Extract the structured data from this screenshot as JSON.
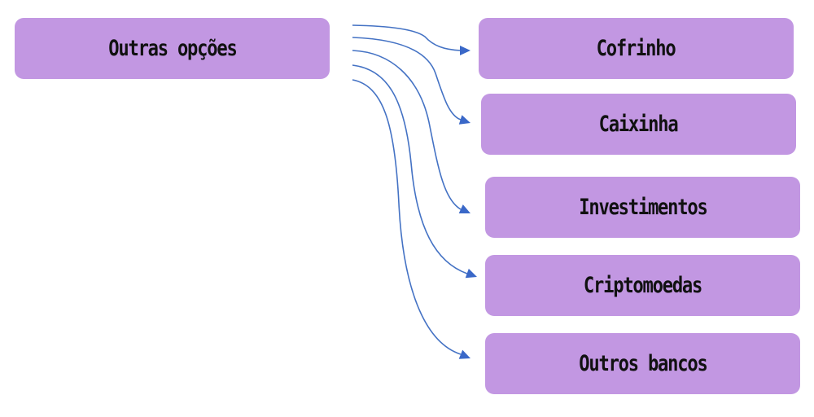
{
  "diagram": {
    "source": {
      "label": "Outras opções"
    },
    "targets": [
      {
        "label": "Cofrinho"
      },
      {
        "label": "Caixinha"
      },
      {
        "label": "Investimentos"
      },
      {
        "label": "Criptomoedas"
      },
      {
        "label": "Outros bancos"
      }
    ],
    "edges": [
      {
        "from": "Outras opções",
        "to": "Cofrinho"
      },
      {
        "from": "Outras opções",
        "to": "Caixinha"
      },
      {
        "from": "Outras opções",
        "to": "Investimentos"
      },
      {
        "from": "Outras opções",
        "to": "Criptomoedas"
      },
      {
        "from": "Outras opções",
        "to": "Outros bancos"
      }
    ],
    "colors": {
      "node_fill": "#c297e2",
      "node_text": "#111111",
      "arrow": "#4472c4"
    }
  }
}
